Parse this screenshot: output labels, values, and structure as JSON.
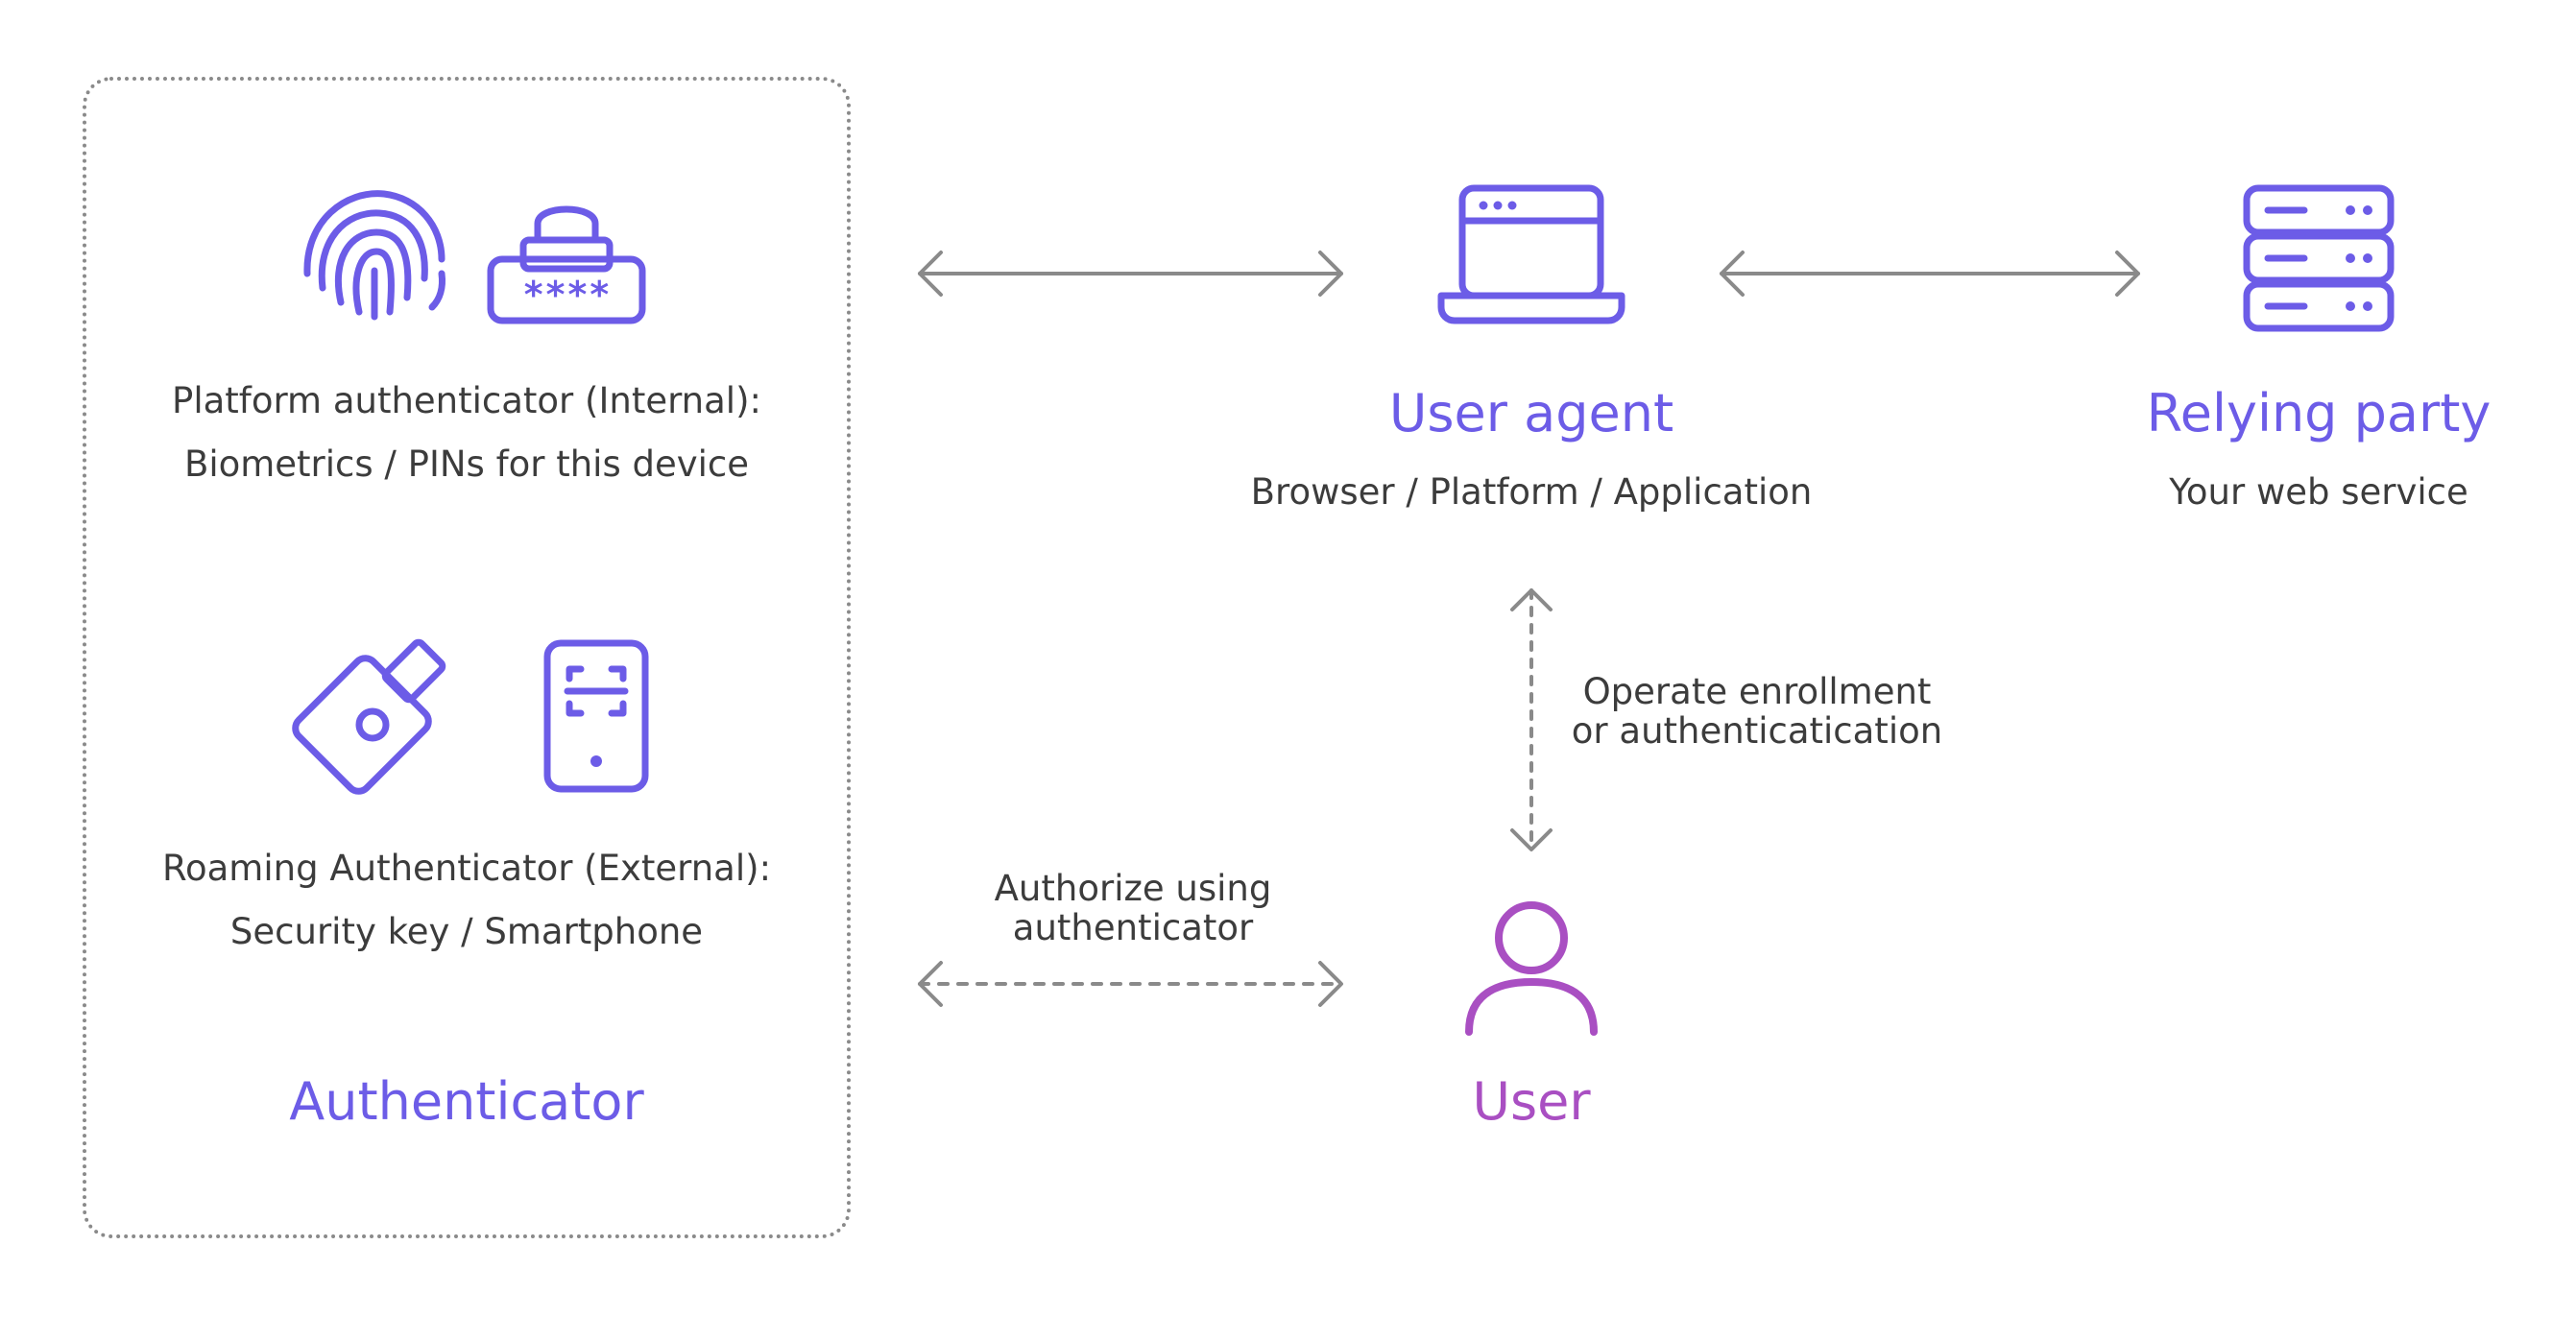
{
  "colors": {
    "accent_purple": "#6c5ce7",
    "user_magenta": "#a94fc2",
    "text_gray": "#3c3c3c",
    "arrow_gray": "#8a8a8a"
  },
  "authenticator": {
    "title": "Authenticator",
    "platform": {
      "line1": "Platform authenticator (Internal):",
      "line2": "Biometrics / PINs for this device",
      "icons": [
        "fingerprint-icon",
        "password-lock-icon"
      ],
      "pin_mask": "****"
    },
    "roaming": {
      "line1": "Roaming Authenticator (External):",
      "line2": "Security key / Smartphone",
      "icons": [
        "security-key-icon",
        "smartphone-icon"
      ]
    }
  },
  "user_agent": {
    "title": "User agent",
    "subtitle": "Browser / Platform / Application",
    "icon": "laptop-icon"
  },
  "relying_party": {
    "title": "Relying party",
    "subtitle": "Your web service",
    "icon": "server-icon"
  },
  "user": {
    "title": "User",
    "icon": "user-icon"
  },
  "edges": {
    "authorize": {
      "line1": "Authorize using",
      "line2": "authenticator"
    },
    "operate": {
      "line1": "Operate enrollment",
      "line2": "or authenticatication"
    }
  }
}
